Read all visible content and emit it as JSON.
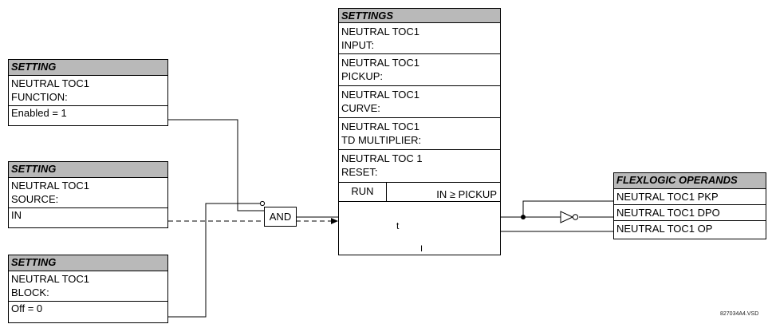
{
  "setting_function": {
    "header": "SETTING",
    "line1": "NEUTRAL TOC1",
    "line2": "FUNCTION:",
    "value": "Enabled = 1"
  },
  "setting_source": {
    "header": "SETTING",
    "line1": "NEUTRAL TOC1",
    "line2": "SOURCE:",
    "value": "IN"
  },
  "setting_block": {
    "header": "SETTING",
    "line1": "NEUTRAL TOC1",
    "line2": "BLOCK:",
    "value": "Off = 0"
  },
  "and_gate": {
    "label": "AND"
  },
  "settings_panel": {
    "header": "SETTINGS",
    "items": [
      {
        "line1": "NEUTRAL TOC1",
        "line2": "INPUT:"
      },
      {
        "line1": "NEUTRAL TOC1",
        "line2": "PICKUP:"
      },
      {
        "line1": "NEUTRAL TOC1",
        "line2": "CURVE:"
      },
      {
        "line1": "NEUTRAL TOC1",
        "line2": "TD MULTIPLIER:"
      },
      {
        "line1": "NEUTRAL TOC 1",
        "line2": "RESET:"
      }
    ],
    "run_label": "RUN",
    "condition": "IN ≥ PICKUP",
    "curve_t": "t",
    "curve_i": "I"
  },
  "flexlogic": {
    "header": "FLEXLOGIC OPERANDS",
    "operands": [
      "NEUTRAL TOC1 PKP",
      "NEUTRAL TOC1 DPO",
      "NEUTRAL TOC1 OP"
    ]
  },
  "footnote": "827034A4.VSD"
}
